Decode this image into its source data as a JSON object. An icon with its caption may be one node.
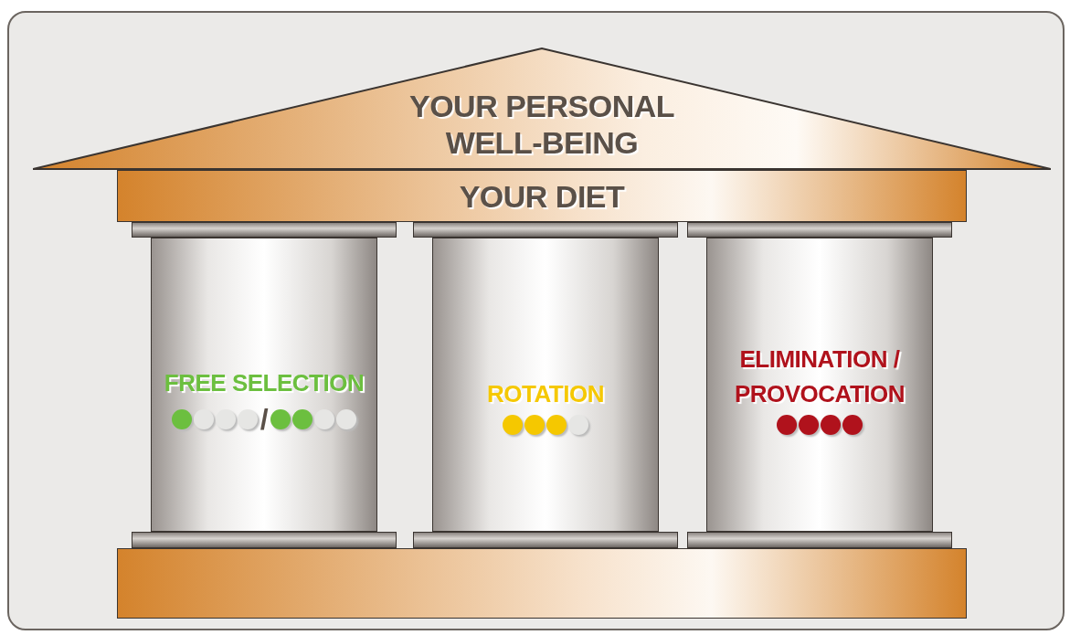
{
  "diagram": {
    "nodes": [
      {
        "text": [
          "YOUR PERSONAL WELL-BEING"
        ]
      },
      {
        "text": [
          "YOUR DIET"
        ]
      },
      {
        "text": [],
        "shape": "bar"
      },
      {
        "text": [],
        "shape": "bar"
      },
      {
        "text": [],
        "shape": "bar"
      },
      {
        "text": [
          "FREE SELECTION",
          "/"
        ]
      },
      {
        "text": [
          "ROTATION"
        ]
      },
      {
        "text": [
          "ELIMINATION / PROVOCATION"
        ]
      },
      {
        "text": [],
        "shape": "bar"
      },
      {
        "text": [],
        "shape": "bar"
      },
      {
        "text": [],
        "shape": "bar"
      },
      {
        "text": [],
        "shape": "bar"
      }
    ],
    "edges": []
  }
}
